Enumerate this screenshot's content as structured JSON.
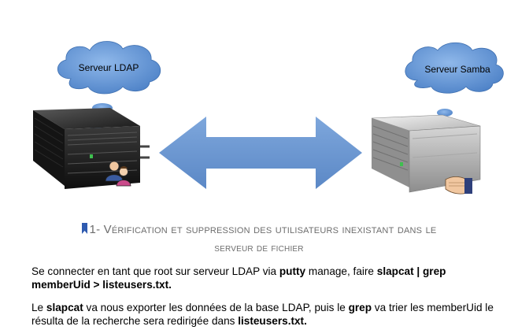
{
  "diagram": {
    "left_server_label": "Serveur LDAP",
    "right_server_label": "Serveur Samba"
  },
  "heading": {
    "line1": "1- Vérification et suppression des utilisateurs inexistant dans le",
    "line2": "serveur de fichier"
  },
  "paragraph1": {
    "t1": "Se connecter en tant que root sur serveur LDAP via ",
    "b1": "putty",
    "t2": " manage, faire ",
    "b2": "slapcat | grep memberUid > listeusers.txt."
  },
  "paragraph2": {
    "t1": "Le ",
    "b1": "slapcat",
    "t2": " va nous exporter les données de la base LDAP, puis le ",
    "b2": "grep",
    "t3": " va trier les memberUid le résulta de la recherche sera redirigée dans ",
    "b3": "listeusers.txt."
  },
  "colors": {
    "cloud": "#5b8fcf",
    "arrow": "#6a96cf",
    "heading": "#6d6d6d",
    "bookmark": "#2f5bb0"
  },
  "icons": [
    "bookmark-icon",
    "users-icon",
    "hand-icon"
  ]
}
